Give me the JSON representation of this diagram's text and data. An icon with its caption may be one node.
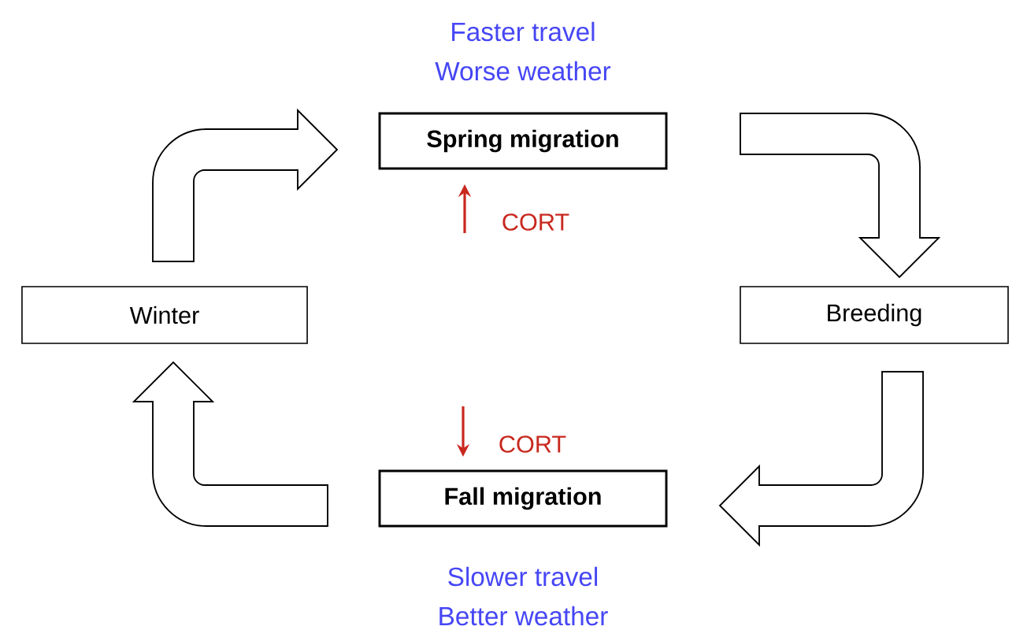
{
  "diagram": {
    "nodes": [
      {
        "text": [
          "Spring migration"
        ],
        "beside": [
          "Faster travel",
          "Worse weather",
          "CORT"
        ]
      },
      {
        "text": [
          "Breeding"
        ]
      },
      {
        "text": [
          "Fall migration"
        ],
        "beside": [
          "CORT",
          "Slower travel",
          "Better weather"
        ]
      },
      {
        "text": [
          "Winter"
        ]
      }
    ],
    "edges": [
      {
        "from": 3,
        "to": 0,
        "arrow": "to"
      },
      {
        "from": 0,
        "to": 1,
        "arrow": "to"
      },
      {
        "from": 1,
        "to": 2,
        "arrow": "to"
      },
      {
        "from": 2,
        "to": 3,
        "arrow": "to"
      }
    ]
  }
}
